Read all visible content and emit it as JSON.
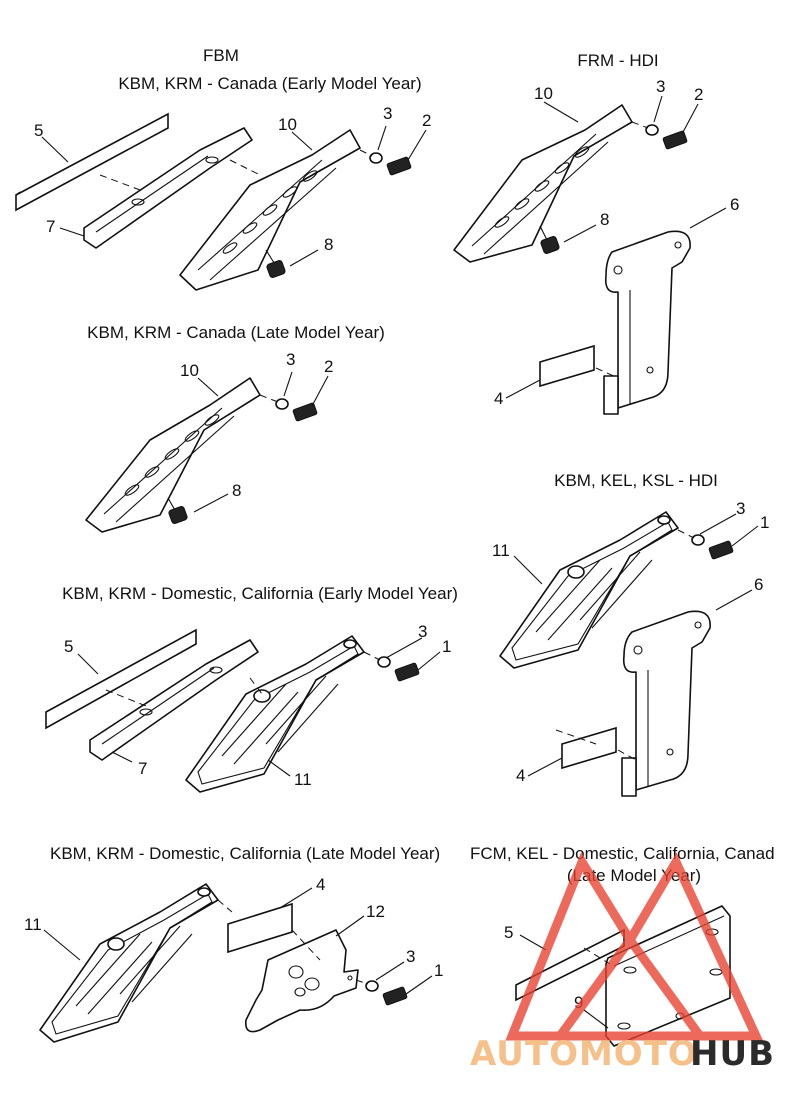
{
  "sections": {
    "fbm": {
      "line1": "FBM",
      "line2": "KBM, KRM - Canada (Early Model Year)"
    },
    "frm_hdi": {
      "title": "FRM - HDI"
    },
    "canada_late": {
      "title": "KBM, KRM - Canada (Late Model Year)"
    },
    "kbm_kel_ksl": {
      "title": "KBM, KEL, KSL - HDI"
    },
    "domestic_early": {
      "title": "KBM, KRM - Domestic, California (Early Model Year)"
    },
    "domestic_late": {
      "title": "KBM, KRM - Domestic, California (Late Model Year)"
    },
    "fcm_kel": {
      "line1": "FCM, KEL - Domestic, California, Canad",
      "line2": "(Late Model Year)"
    }
  },
  "callouts": {
    "fbm": {
      "p5": "5",
      "p7": "7",
      "p10": "10",
      "p3": "3",
      "p2": "2",
      "p8": "8"
    },
    "frm": {
      "p10": "10",
      "p3": "3",
      "p2": "2",
      "p8": "8",
      "p6": "6",
      "p4": "4"
    },
    "canada_late": {
      "p10": "10",
      "p3": "3",
      "p2": "2",
      "p8": "8"
    },
    "kbm_kel_ksl": {
      "p11": "11",
      "p3": "3",
      "p1": "1",
      "p6": "6",
      "p4": "4"
    },
    "domestic_early": {
      "p5": "5",
      "p7": "7",
      "p3": "3",
      "p1": "1",
      "p11": "11"
    },
    "domestic_late": {
      "p11": "11",
      "p4": "4",
      "p12": "12",
      "p3": "3",
      "p1": "1"
    },
    "fcm_kel": {
      "p5": "5",
      "p9": "9"
    }
  },
  "watermark": {
    "part1": "AUTOMOTO",
    "part2": "HUB",
    "color_primary": "#e8402e",
    "color_secondary": "#f5c08a",
    "color_dark": "#2b2b2b"
  }
}
